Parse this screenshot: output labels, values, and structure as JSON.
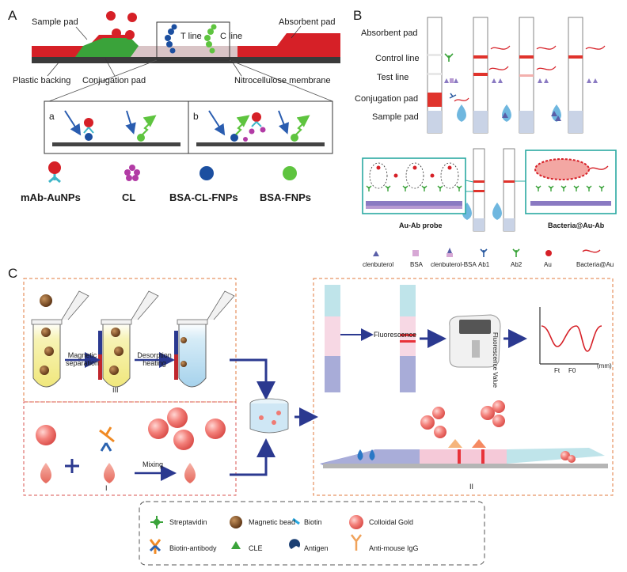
{
  "panel_a": {
    "letter": "A",
    "labels": {
      "sample_pad": "Sample pad",
      "absorbent_pad": "Absorbent pad",
      "plastic_backing": "Plastic backing",
      "conjugation_pad": "Conjugation pad",
      "t_line": "T line",
      "c_line": "C line",
      "nitrocellulose": "Nitrocellulose membrane",
      "sub_a": "a",
      "sub_b": "b"
    },
    "legend": [
      "mAb-AuNPs",
      "CL",
      "BSA-CL-FNPs",
      "BSA-FNPs"
    ]
  },
  "panel_b": {
    "letter": "B",
    "labels": {
      "absorbent_pad": "Absorbent pad",
      "control_line": "Control line",
      "test_line": "Test line",
      "conjugation_pad": "Conjugation pad",
      "sample_pad": "Sample pad",
      "au_ab_probe": "Au-Ab probe",
      "bacteria_au_ab": "Bacteria@Au-Ab"
    },
    "legend": [
      "clenbuterol",
      "BSA",
      "clenbuterol-BSA",
      "Ab1",
      "Ab2",
      "Au",
      "Bacteria@Au"
    ]
  },
  "panel_c": {
    "letter": "C",
    "labels": {
      "magnetic_separation": "Magnetic separation",
      "desorption_heating": "Desorption heating",
      "roman_iii": "III",
      "roman_i": "I",
      "roman_ii": "II",
      "mixing": "Mixing",
      "fluorescence": "Fluorescence",
      "fluorescence_value": "Fluorescence Value",
      "ft": "Ft",
      "f0": "F0",
      "mm": "(mm)"
    },
    "legend": [
      "Streptavidin",
      "Magnetic bead",
      "Biotin",
      "Colloidal Gold",
      "Biotin-antibody",
      "CLE",
      "Antigen",
      "Anti-mouse IgG"
    ]
  },
  "colors": {
    "red_pad": "#d62027",
    "green_pad": "#3aa33a",
    "blue_dots": "#1c4fa0",
    "green_dots": "#5ec43f",
    "magenta": "#b23ba5",
    "teal_frame": "#2aa9a1",
    "orange_dash": "#e07a3c",
    "red_dash": "#d9534f",
    "navy_arrow": "#2b3990"
  }
}
